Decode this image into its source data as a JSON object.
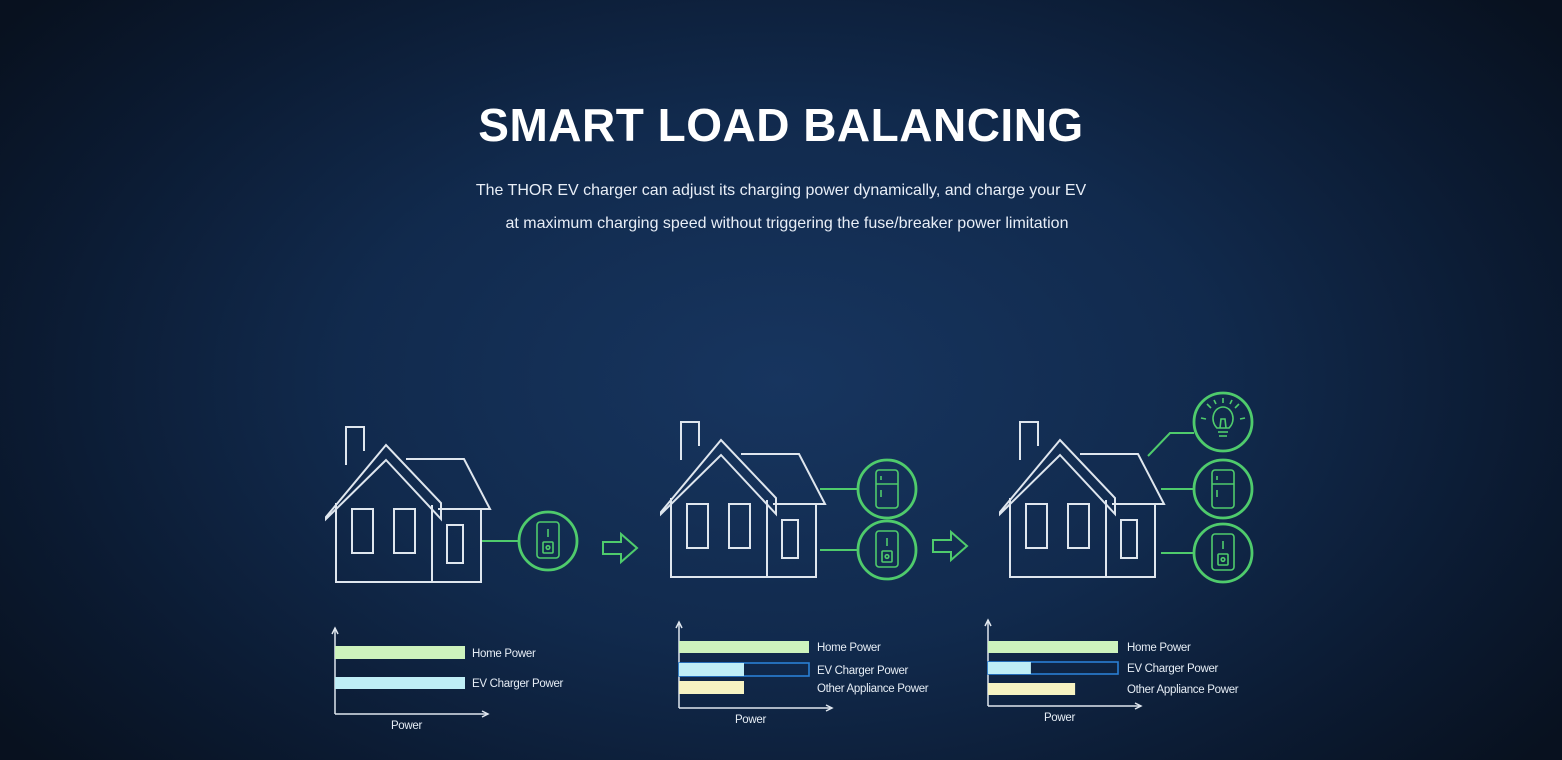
{
  "heading": {
    "title": "SMART LOAD BALANCING",
    "line1": "The THOR EV charger can adjust its charging power dynamically, and charge your EV",
    "line2": "at maximum charging speed without triggering the fuse/breaker power limitation"
  },
  "colors": {
    "line": "#dfe6ee",
    "green": "#4fcb6c",
    "home_bar": "#cdf3bd",
    "ev_bar": "#bfeef6",
    "other_bar": "#f6f3c2",
    "ev_outline": "#2a7fd4"
  },
  "icons": [
    "house-icon",
    "ev-charger-icon",
    "fridge-icon",
    "lightbulb-icon",
    "arrow-right-icon"
  ],
  "scenes": [
    {
      "appliances": [
        "ev-charger"
      ],
      "bars": [
        {
          "label": "Home Power",
          "kind": "home",
          "level": 1.0
        },
        {
          "label": "EV Charger Power",
          "kind": "ev",
          "level": 1.0
        }
      ],
      "axis_label": "Power"
    },
    {
      "appliances": [
        "fridge",
        "ev-charger"
      ],
      "bars": [
        {
          "label": "Home Power",
          "kind": "home",
          "level": 1.0
        },
        {
          "label": "EV Charger Power",
          "kind": "ev",
          "level": 0.5
        },
        {
          "label": "Other Appliance Power",
          "kind": "other",
          "level": 0.5
        }
      ],
      "axis_label": "Power"
    },
    {
      "appliances": [
        "lightbulb",
        "fridge",
        "ev-charger"
      ],
      "bars": [
        {
          "label": "Home Power",
          "kind": "home",
          "level": 1.0
        },
        {
          "label": "EV Charger Power",
          "kind": "ev",
          "level": 0.33
        },
        {
          "label": "Other Appliance Power",
          "kind": "other",
          "level": 0.67
        }
      ],
      "axis_label": "Power"
    }
  ]
}
